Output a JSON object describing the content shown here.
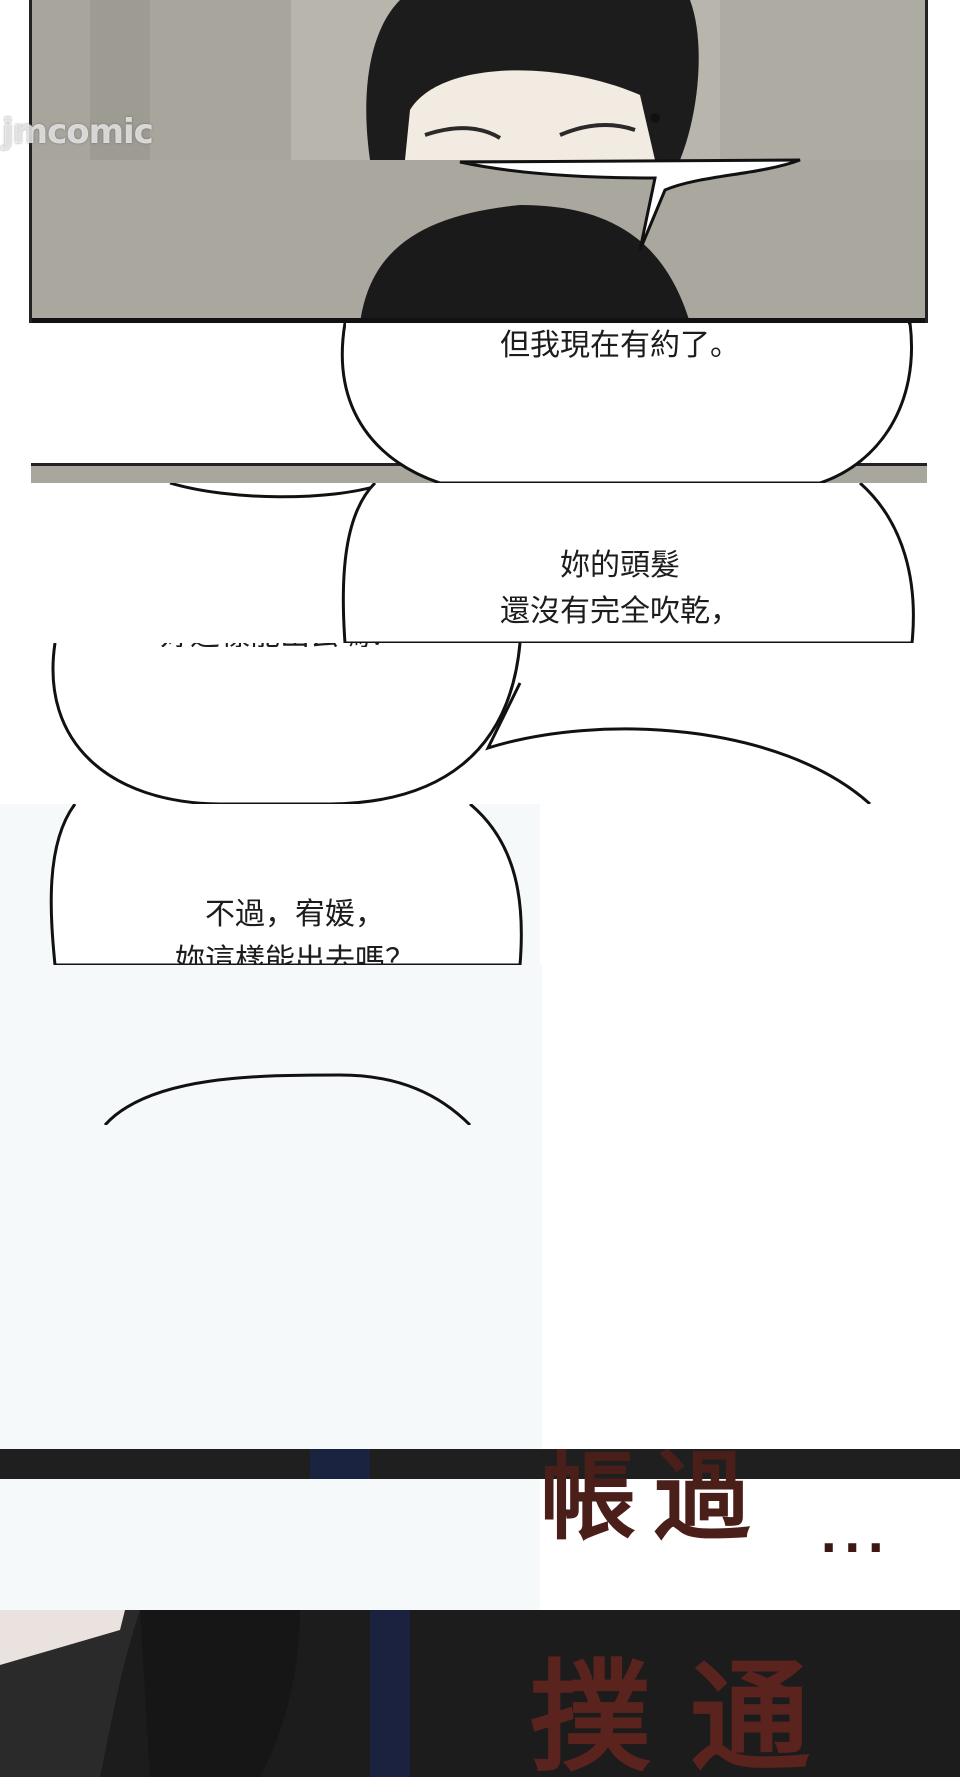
{
  "watermark": "jmcomic",
  "dialogue": {
    "line_appointment": "但我現在有約了。",
    "hair_line_1": "妳的頭髮",
    "hair_line_2": "還沒有完全吹乾，",
    "but_line_1": "不過，宥媛，",
    "but_line_2": "妳這樣能出去嗎？"
  },
  "sfx": {
    "top_word": "帳過",
    "bottom_word": "撲通",
    "ellipsis": "..."
  },
  "colors": {
    "panel_gray": "#a9a69d",
    "dark_scene": "#1f1f20",
    "sfx_brown": "#4a1f1a",
    "bubble_stroke": "#111111",
    "pale_panel": "#f5f9fa"
  }
}
